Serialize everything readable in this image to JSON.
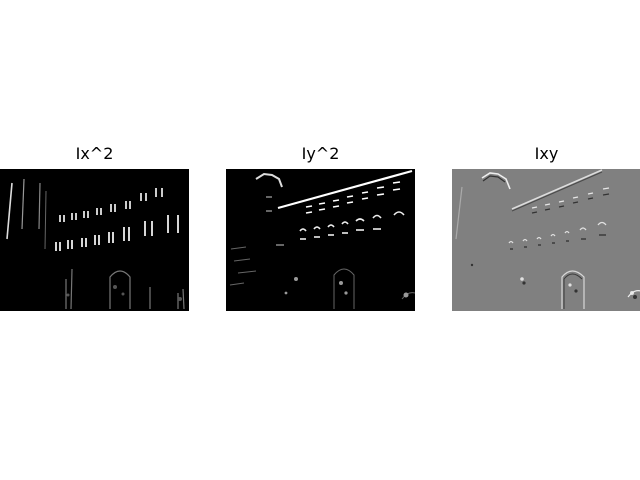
{
  "figure": {
    "background": "#ffffff",
    "panels": [
      {
        "title": "Ix^2",
        "background": "#000000",
        "edge_color": "#ffffff"
      },
      {
        "title": "Iy^2",
        "background": "#000000",
        "edge_color": "#ffffff"
      },
      {
        "title": "Ixy",
        "background": "#808080",
        "edge_color": "#ffffff",
        "shadow_color": "#3a3a3a"
      }
    ]
  }
}
